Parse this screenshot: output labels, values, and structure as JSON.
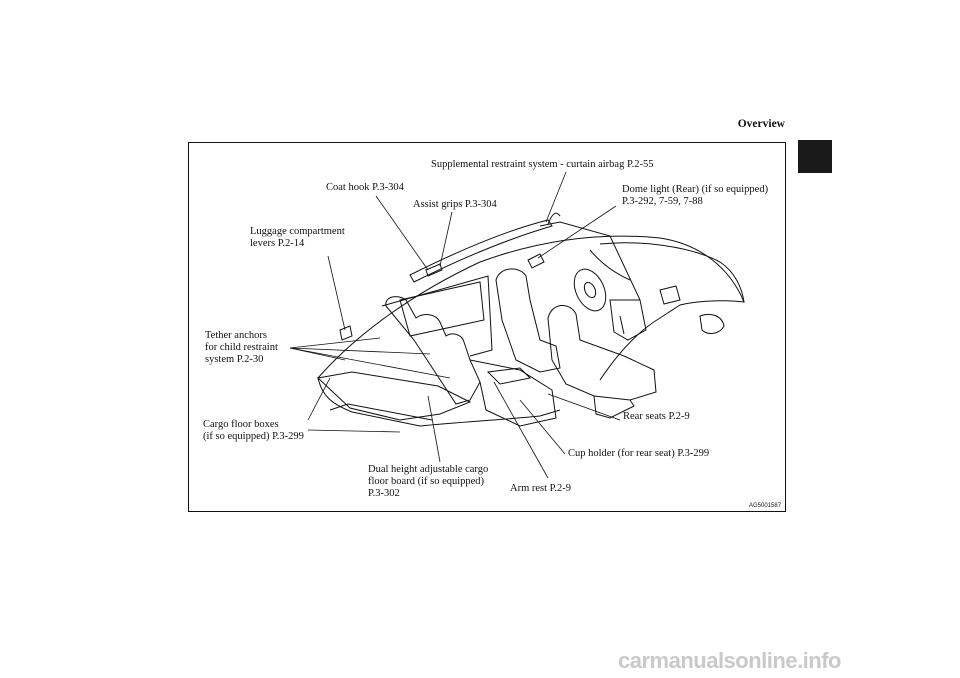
{
  "header": {
    "title": "Overview"
  },
  "labels": {
    "curtain_airbag": "Supplemental restraint system - curtain airbag P.2-55",
    "coat_hook": "Coat hook P.3-304",
    "dome_light_l1": "Dome light (Rear) (if so equipped)",
    "dome_light_l2": "P.3-292, 7-59, 7-88",
    "assist_grips": "Assist grips P.3-304",
    "luggage_l1": "Luggage compartment",
    "luggage_l2": "levers P.2-14",
    "tether_l1": "Tether anchors",
    "tether_l2": "for child restraint",
    "tether_l3": "system P.2-30",
    "cargo_boxes_l1": "Cargo floor boxes",
    "cargo_boxes_l2": "(if so equipped) P.3-299",
    "rear_seats": "Rear seats P.2-9",
    "cup_holder": "Cup holder (for rear seat) P.3-299",
    "dual_height_l1": "Dual height adjustable cargo",
    "dual_height_l2": "floor board (if so equipped)",
    "dual_height_l3": "P.3-302",
    "arm_rest": "Arm rest P.2-9"
  },
  "figure": {
    "ref_code": "AG5001587"
  },
  "footer": {
    "watermark": "carmanualsonline.info"
  }
}
